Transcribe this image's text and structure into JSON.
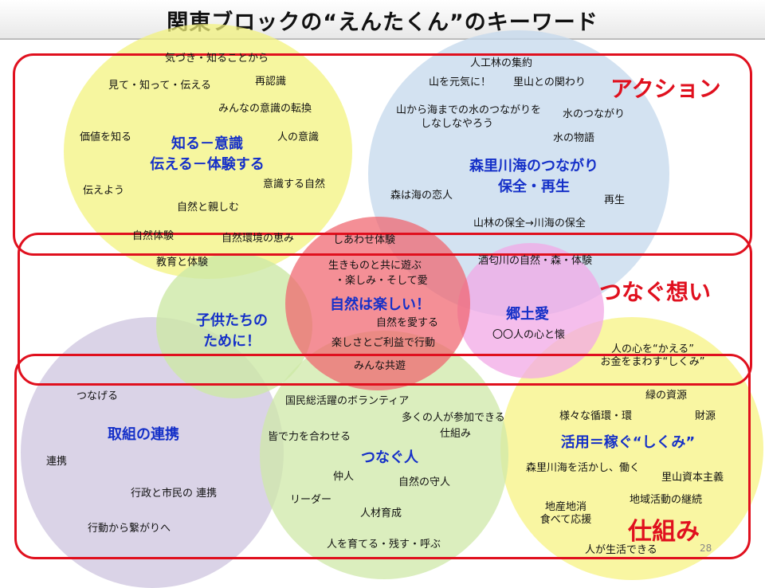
{
  "title": "関東ブロックの“えんたくん”のキーワード",
  "bands": {
    "action": "アクション",
    "feelings": "つなぐ想い",
    "mechanism": "仕組み"
  },
  "circles": {
    "know": {
      "color": "#f3f37a",
      "heading": [
        "知る－意識",
        "伝える－体験する"
      ],
      "keywords": [
        "気づき・知ることから",
        "見て・知って・伝える",
        "再認識",
        "みんなの意識の転換",
        "価値を知る",
        "人の意識",
        "伝えよう",
        "意識する自然",
        "自然と親しむ",
        "自然体験",
        "自然環境の恵み",
        "教育と体験"
      ]
    },
    "forest": {
      "color": "#c4d8ec",
      "heading": [
        "森里川海のつながり",
        "保全・再生"
      ],
      "keywords": [
        "人工林の集約",
        "山を元気に！",
        "里山との関わり",
        "山から海までの水のつながりを",
        "しなしなやろう",
        "水のつながり",
        "水の物語",
        "森は海の恋人",
        "再生",
        "山林の保全→川海の保全"
      ]
    },
    "children": {
      "color": "#cde8a6",
      "heading": [
        "子供たちの",
        "ために！"
      ],
      "keywords": []
    },
    "fun": {
      "color": "#f0646e",
      "heading": [
        "自然は楽しい！"
      ],
      "keywords": [
        "しあわせ体験",
        "生きものと共に遊ぶ",
        "・楽しみ・そして愛",
        "自然を愛する",
        "楽しさとご利益で行動",
        "みんな共遊"
      ]
    },
    "home": {
      "color": "#f2a8e6",
      "heading": [
        "郷土愛"
      ],
      "keywords": [
        "酒匂川の自然・森・体験",
        "〇〇人の心と懐"
      ]
    },
    "cooperation": {
      "color": "#cfc6e0",
      "heading": [
        "取組の連携"
      ],
      "keywords": [
        "つなげる",
        "連携",
        "行政と市民の 連携",
        "行動から繋がりへ"
      ]
    },
    "connect": {
      "color": "#cfe8a8",
      "heading": [
        "つなぐ人"
      ],
      "keywords": [
        "国民総活躍のボランティア",
        "多くの人が参加できる",
        "仕組み",
        "皆で力を合わせる",
        "仲人",
        "自然の守人",
        "リーダー",
        "人材育成",
        "人を育てる・残す・呼ぶ"
      ]
    },
    "use": {
      "color": "#f6f27e",
      "heading": [
        "活用＝稼ぐ“しくみ”"
      ],
      "keywords": [
        "人の心を“かえる”",
        "お金をまわす“しくみ”",
        "緑の資源",
        "様々な循環・環",
        "財源",
        "森里川海を活かし、働く",
        "里山資本主義",
        "地域活動の継続",
        "地産地消",
        "食べて応援",
        "人が生活できる"
      ]
    }
  },
  "page_number": "28"
}
